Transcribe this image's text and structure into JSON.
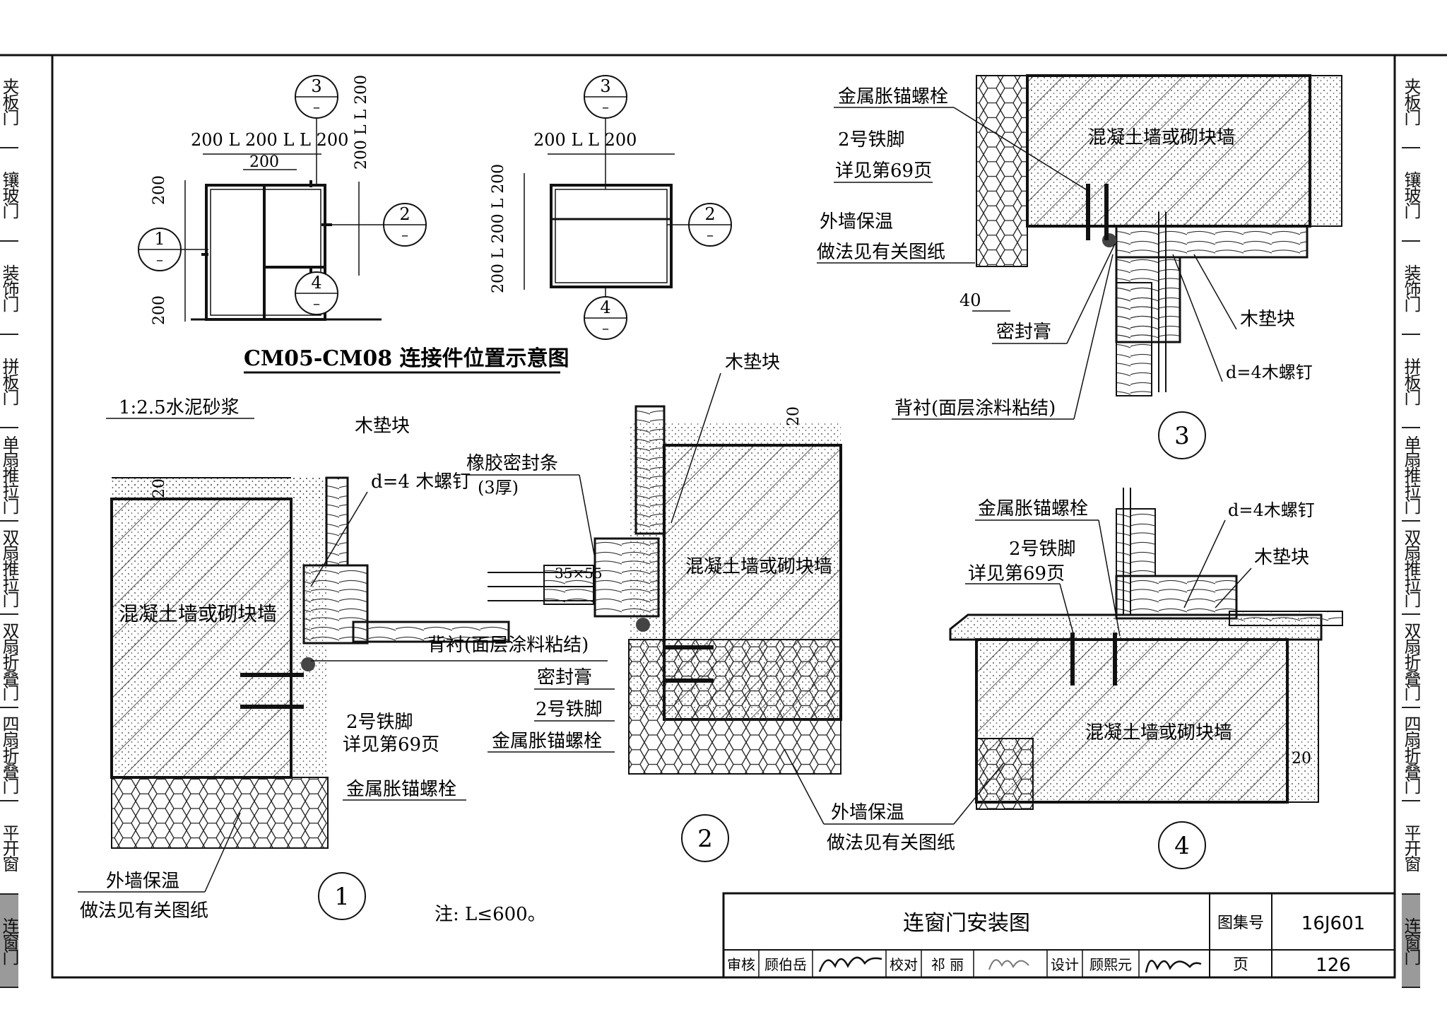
{
  "tabs": [
    "夹板门",
    "镶玻门",
    "装饰门",
    "拼板门",
    "单扇推拉门",
    "双扇推拉门",
    "双扇折叠门",
    "四扇折叠门",
    "平开窗",
    "连窗门"
  ],
  "active_tab": "连窗门",
  "overview": {
    "title": "CM05-CM08 连接件位置示意图",
    "dims_top_left": "200  L 200  L  L  200",
    "dim_200": "200",
    "dim_L": "L",
    "dims_top_right": "200    L        L    200",
    "dims_side_right": "200  L  L  200",
    "dims_side_left": "200  L 200 L 200",
    "callout_3": "3",
    "callout_4": "4",
    "callout_1": "1",
    "callout_2": "2",
    "callout_sub": "–"
  },
  "detail1": {
    "mortar": "1:2.5水泥砂浆",
    "wood_block": "木垫块",
    "screw": "d=4 木螺钉",
    "wall": "混凝土墙或砌块墙",
    "dim20": "20",
    "backing": "背衬(面层涂料粘结)",
    "iron_foot": "2号铁脚",
    "see_page": "详见第69页",
    "anchor": "金属胀锚螺栓",
    "insulation": "外墙保温",
    "insulation_note": "做法见有关图纸",
    "number": "1"
  },
  "detail2": {
    "wood_block": "木垫块",
    "rubber_seal": "橡胶密封条",
    "rubber_thick": "(3厚)",
    "section": "35×55",
    "wall": "混凝土墙或砌块墙",
    "dim20": "20",
    "sealant": "密封膏",
    "iron_foot": "2号铁脚",
    "anchor": "金属胀锚螺栓",
    "number": "2"
  },
  "detail3": {
    "anchor": "金属胀锚螺栓",
    "iron_foot": "2号铁脚",
    "see_page": "详见第69页",
    "wall": "混凝土墙或砌块墙",
    "insulation": "外墙保温",
    "insulation_note": "做法见有关图纸",
    "dim40": "40",
    "sealant": "密封膏",
    "wood_block": "木垫块",
    "screw": "d=4木螺钉",
    "backing": "背衬(面层涂料粘结)",
    "number": "3"
  },
  "detail4": {
    "anchor": "金属胀锚螺栓",
    "iron_foot": "2号铁脚",
    "see_page": "详见第69页",
    "screw": "d=4木螺钉",
    "wood_block": "木垫块",
    "wall": "混凝土墙或砌块墙",
    "dim20": "20",
    "insulation": "外墙保温",
    "insulation_note": "做法见有关图纸",
    "number": "4"
  },
  "note": "注: L≤600。",
  "title_block": {
    "title": "连窗门安装图",
    "atlas_label": "图集号",
    "atlas_no": "16J601",
    "review_label": "审核",
    "reviewer": "顾伯岳",
    "check_label": "校对",
    "checker": "祁  丽",
    "design_label": "设计",
    "designer": "顾熙元",
    "page_label": "页",
    "page_no": "126"
  }
}
